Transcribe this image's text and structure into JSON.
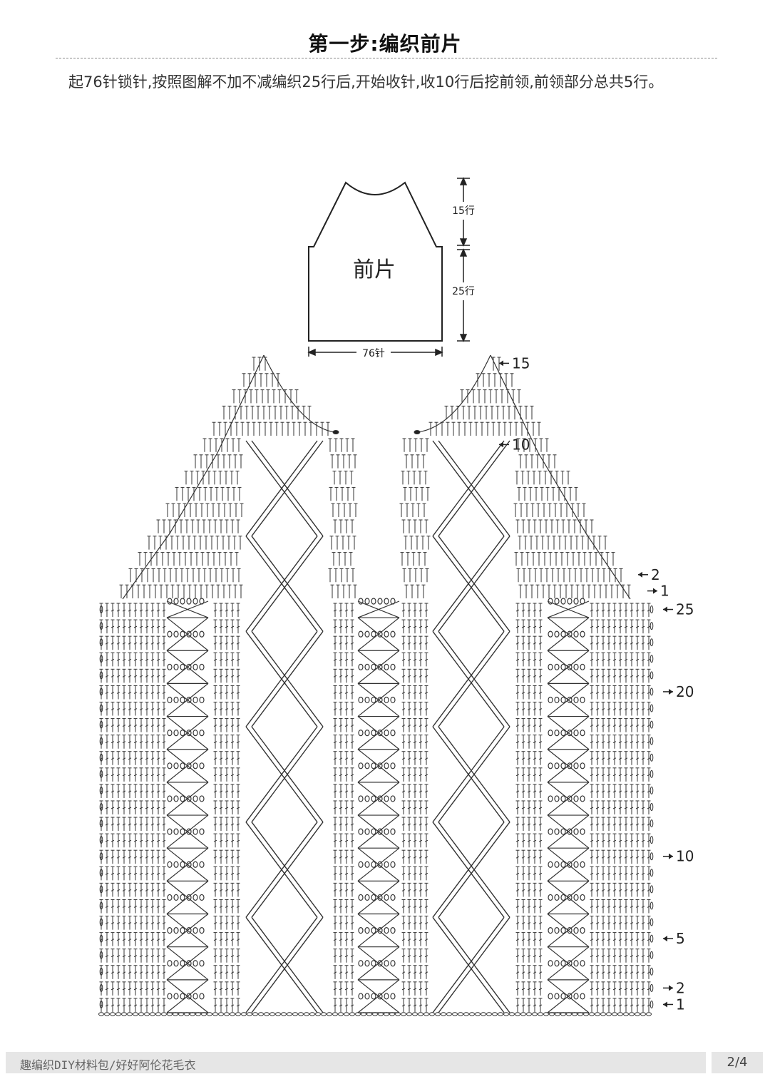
{
  "page": {
    "title": "第一步:编织前片",
    "intro": "起76针锁针,按照图解不加不减编织25行后,开始收针,收10行后挖前领,前领部分总共5行。"
  },
  "schematic": {
    "panel_label": "前片",
    "height_top_label": "15行",
    "height_bottom_label": "25行",
    "width_label": "76针"
  },
  "chart": {
    "body_rows": 25,
    "armhole_rows": 15,
    "yoke_markers": [
      {
        "label": "15",
        "row": 15,
        "direction": "left"
      },
      {
        "label": "10",
        "row": 10,
        "direction": "left"
      },
      {
        "label": "2",
        "row": 2,
        "direction": "left"
      },
      {
        "label": "1",
        "row": 1,
        "direction": "right"
      }
    ],
    "body_markers": [
      {
        "label": "25",
        "row": 25,
        "direction": "left"
      },
      {
        "label": "20",
        "row": 20,
        "direction": "right"
      },
      {
        "label": "10",
        "row": 10,
        "direction": "right"
      },
      {
        "label": "5",
        "row": 5,
        "direction": "left"
      },
      {
        "label": "2",
        "row": 2,
        "direction": "right"
      },
      {
        "label": "1",
        "row": 1,
        "direction": "left"
      }
    ]
  },
  "footer": {
    "text": "趣编织DIY材料包/好好阿伦花毛衣",
    "page": "2/4"
  },
  "colors": {
    "ink": "#222222",
    "footer_bg": "#e6e6e6"
  }
}
